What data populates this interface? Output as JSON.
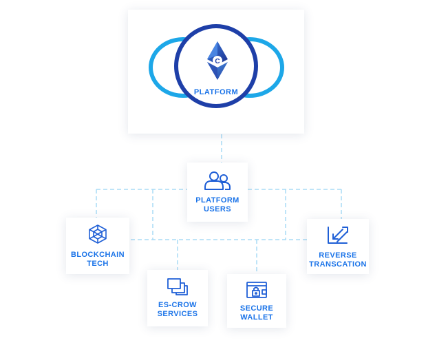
{
  "platform": {
    "label": "PLATFORM",
    "logo_letter": "C"
  },
  "nodes": {
    "users": {
      "line1": "PLATFORM",
      "line2": "USERS",
      "icon": "users-icon"
    },
    "blockchain": {
      "line1": "BLOCKCHAIN",
      "line2": "TECH",
      "icon": "hexagon-network-icon"
    },
    "escrow": {
      "line1": "ES-CROW",
      "line2": "SERVICES",
      "icon": "stacked-windows-icon"
    },
    "wallet": {
      "line1": "SECURE",
      "line2": "WALLET",
      "icon": "locked-wallet-icon"
    },
    "reverse": {
      "line1": "REVERSE",
      "line2": "TRANSCATION",
      "icon": "reverse-arrows-icon"
    }
  },
  "colors": {
    "label_blue": "#1a73e8",
    "ring_navy": "#1e3fa8",
    "ring_cyan": "#1da7e8",
    "connector": "#a9dbf5",
    "icon_blue": "#1f5fd6"
  }
}
